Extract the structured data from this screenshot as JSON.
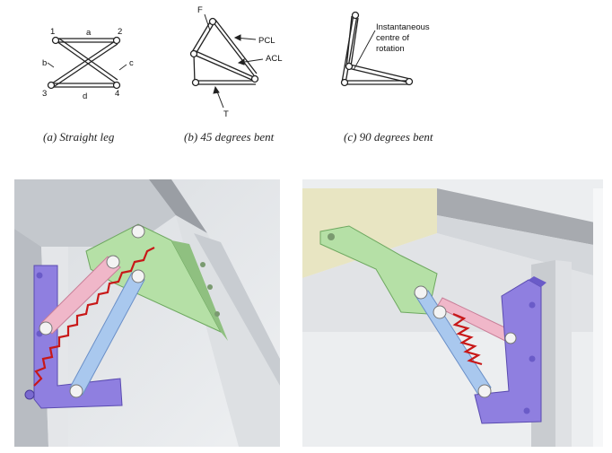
{
  "diagram_a": {
    "points": [
      "1",
      "2",
      "3",
      "4"
    ],
    "links": [
      "a",
      "b",
      "c",
      "d"
    ],
    "caption": "(a) Straight leg"
  },
  "diagram_b": {
    "labels": [
      "F",
      "PCL",
      "ACL",
      "T"
    ],
    "caption": "(b) 45 degrees bent"
  },
  "diagram_c": {
    "label_line1": "Instantaneous",
    "label_line2": "centre of",
    "label_line3": "rotation",
    "caption": "(c) 90 degrees bent"
  },
  "colors": {
    "purple_bracket": "#8f7fe0",
    "green_bracket": "#b5e0a6",
    "pink_link": "#f0b7c9",
    "blue_link": "#a9c8ee",
    "spring": "#c81818"
  }
}
